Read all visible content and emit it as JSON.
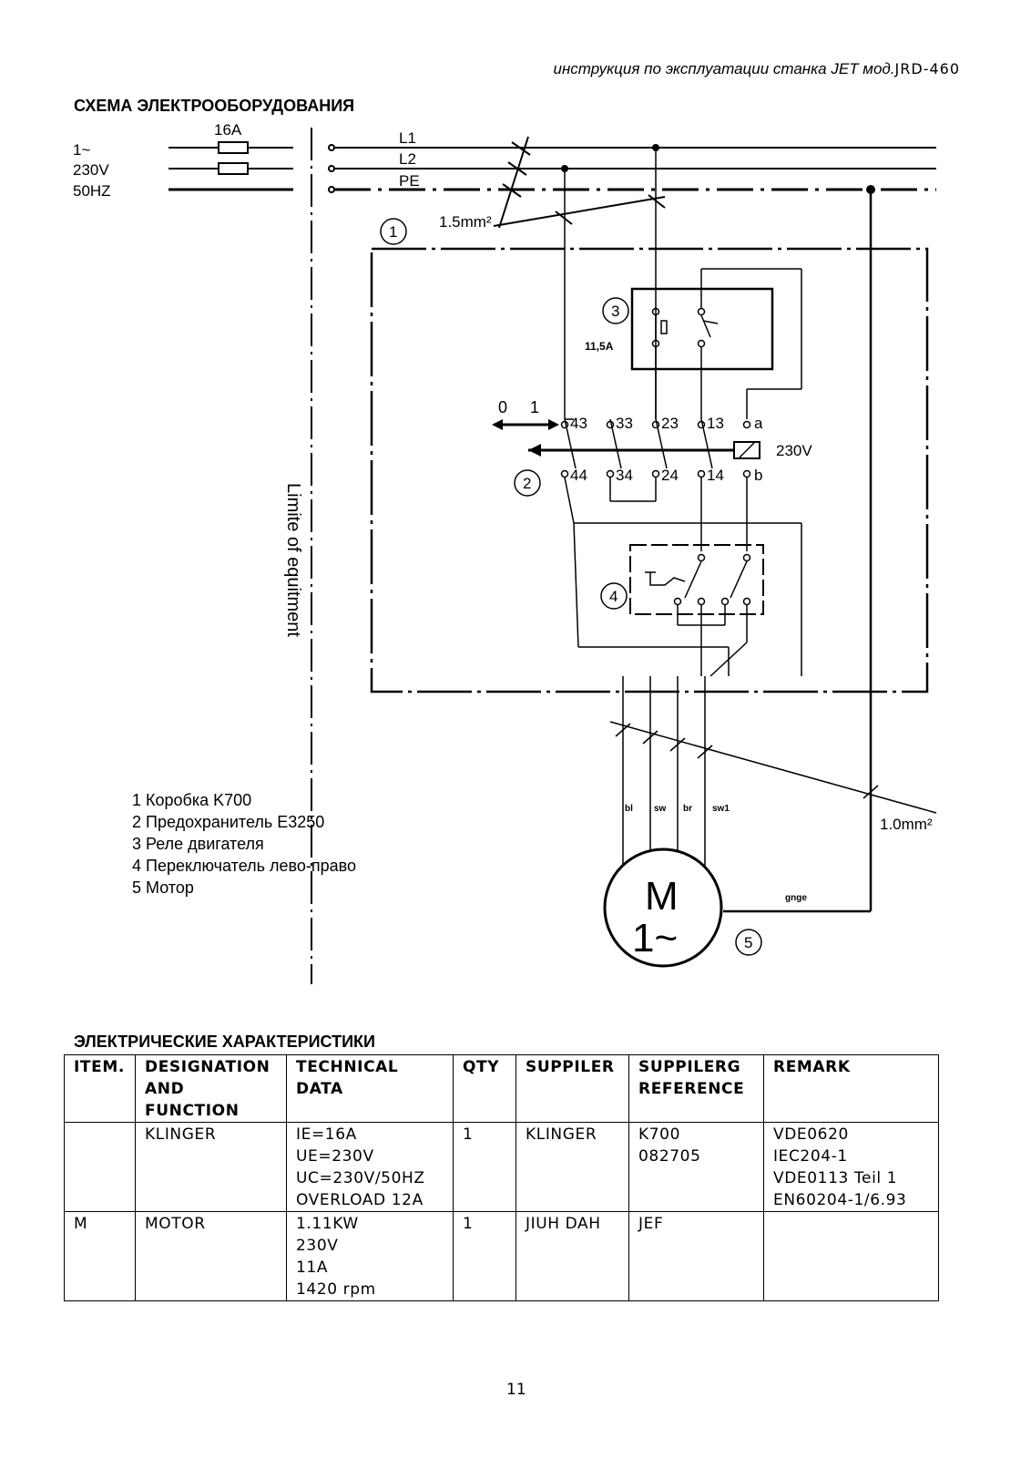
{
  "header": {
    "text": "инструкция по эксплуатации станка JET мод.",
    "model": "JRD-460"
  },
  "section1_title": "СХЕМА ЭЛЕКТРООБОРУДОВАНИЯ",
  "diagram": {
    "supply": [
      "1~",
      "230V",
      "50HZ"
    ],
    "fuse_label": "16A",
    "lines": [
      "L1",
      "L2",
      "PE"
    ],
    "wire_section_1": "1.5mm²",
    "wire_section_2": "1.0mm²",
    "boundary_label": "Limite of equitment",
    "callouts": [
      "1",
      "2",
      "3",
      "4",
      "5"
    ],
    "relay_rating": "11,5A",
    "switch_positions": [
      "0",
      "1"
    ],
    "terminals_top": [
      "43",
      "33",
      "23",
      "13",
      "a"
    ],
    "terminals_bottom": [
      "44",
      "34",
      "24",
      "14",
      "b"
    ],
    "coil_voltage": "230V",
    "wire_colors": [
      "bl",
      "sw",
      "br",
      "sw1"
    ],
    "ground_label": "gnge",
    "motor_letter": "M",
    "motor_phase": "1~"
  },
  "legend": [
    "1 Коробка K700",
    "2 Предохранитель E3250",
    "3 Реле двигателя",
    "4 Переключатель лево-право",
    "5 Мотор"
  ],
  "section2_title": "ЭЛЕКТРИЧЕСКИЕ ХАРАКТЕРИСТИКИ",
  "table": {
    "headers": [
      [
        "ITEM."
      ],
      [
        "DESIGNATION",
        "AND",
        "FUNCTION"
      ],
      [
        "TECHNICAL",
        "DATA"
      ],
      [
        "QTY"
      ],
      [
        "SUPPILER"
      ],
      [
        "SUPPILERG",
        "REFERENCE"
      ],
      [
        "REMARK"
      ]
    ],
    "rows": [
      [
        [
          ""
        ],
        [
          "KLINGER"
        ],
        [
          "IE=16A",
          "UE=230V",
          "UC=230V/50HZ",
          "OVERLOAD 12A"
        ],
        [
          "1"
        ],
        [
          "KLINGER"
        ],
        [
          "K700",
          "082705"
        ],
        [
          "VDE0620",
          "IEC204-1",
          "VDE0113 Teil 1",
          "EN60204-1/6.93"
        ]
      ],
      [
        [
          "M"
        ],
        [
          "MOTOR"
        ],
        [
          "1.11KW",
          "230V",
          "11A",
          "1420 rpm"
        ],
        [
          "1"
        ],
        [
          "JIUH DAH"
        ],
        [
          "JEF"
        ],
        [
          ""
        ]
      ]
    ]
  },
  "page_number": "11"
}
